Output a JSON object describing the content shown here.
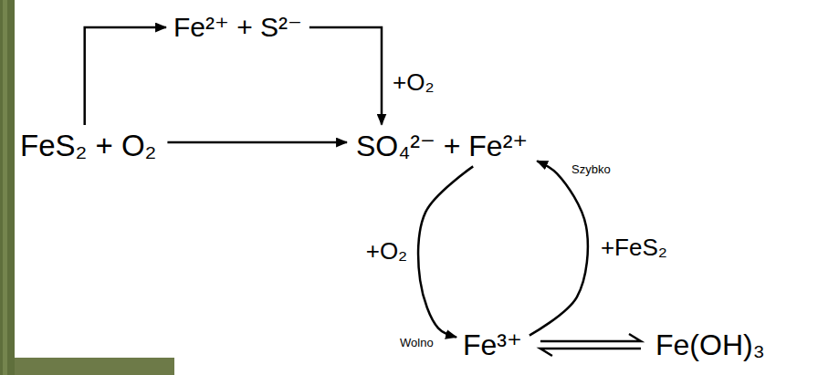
{
  "diagram": {
    "nodes": [
      {
        "text": [
          "FeS₂ + O₂"
        ]
      },
      {
        "text": [
          "Fe²⁺ + S²⁻"
        ]
      },
      {
        "text": [
          "SO₄²⁻ + Fe²⁺"
        ]
      },
      {
        "text": [
          "Fe³⁺"
        ]
      },
      {
        "text": [
          "Fe(OH)₃"
        ]
      }
    ],
    "edges": [
      {
        "from": 0,
        "to": 1,
        "arrow": "to"
      },
      {
        "from": 1,
        "to": 2,
        "label": "+O₂",
        "arrow": "to"
      },
      {
        "from": 0,
        "to": 2,
        "arrow": "to"
      },
      {
        "from": 2,
        "to": 3,
        "label": "+O₂",
        "arrow": "to"
      },
      {
        "from": 3,
        "to": 2,
        "label": "+FeS₂",
        "arrow": "to"
      },
      {
        "from": 3,
        "to": 4,
        "arrow": "both"
      }
    ],
    "labels": [
      "Szybko",
      "Wolno"
    ]
  }
}
